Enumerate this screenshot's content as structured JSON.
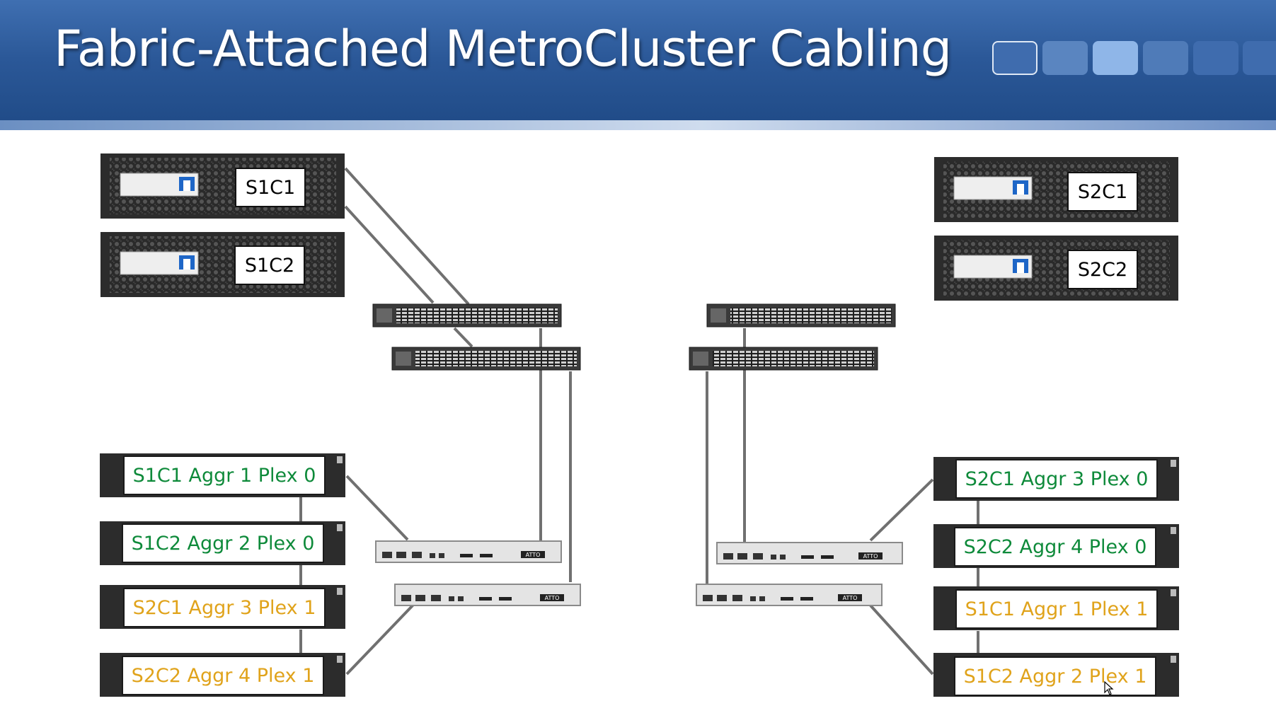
{
  "title": "Fabric-Attached MetroCluster Cabling",
  "colors": {
    "header_top": "#3f6fb1",
    "header_bottom": "#1f4a86",
    "plex0_text": "#0e8a3a",
    "plex1_text": "#e0a31b",
    "cable": "#707070",
    "chassis": "#2c2c2c"
  },
  "progress_indicator": {
    "total": 6,
    "current": 3
  },
  "site1": {
    "controllers": [
      {
        "label": "S1C1"
      },
      {
        "label": "S1C2"
      }
    ],
    "shelves": [
      {
        "label": "S1C1 Aggr 1 Plex 0",
        "plex": 0
      },
      {
        "label": "S1C2 Aggr 2 Plex 0",
        "plex": 0
      },
      {
        "label": "S2C1 Aggr 3 Plex 1",
        "plex": 1
      },
      {
        "label": "S2C2 Aggr 4 Plex 1",
        "plex": 1
      }
    ]
  },
  "site2": {
    "controllers": [
      {
        "label": "S2C1"
      },
      {
        "label": "S2C2"
      }
    ],
    "shelves": [
      {
        "label": "S2C1 Aggr 3 Plex 0",
        "plex": 0
      },
      {
        "label": "S2C2 Aggr 4 Plex 0",
        "plex": 0
      },
      {
        "label": "S1C1 Aggr 1 Plex 1",
        "plex": 1
      },
      {
        "label": "S1C2 Aggr 2 Plex 1",
        "plex": 1
      }
    ]
  },
  "fc_switches": {
    "per_site": 2
  },
  "atto_bridges": {
    "per_site": 2,
    "brand_text": "ATTO"
  }
}
